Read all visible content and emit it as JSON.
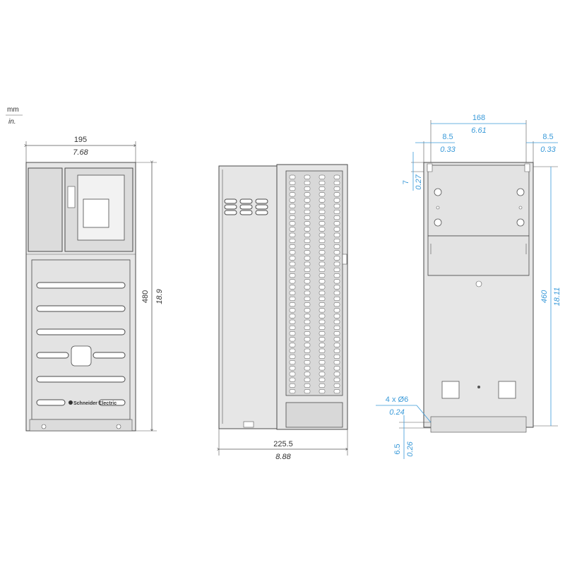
{
  "units": {
    "primary": "mm",
    "secondary": "in."
  },
  "front_view": {
    "width_mm": "195",
    "width_in": "7.68",
    "height_mm": "480",
    "height_in": "18.9",
    "logo_text": "Schneider Electric"
  },
  "side_view": {
    "depth_mm": "225.5",
    "depth_in": "8.88"
  },
  "rear_view": {
    "hole_spacing_mm": "168",
    "hole_spacing_in": "6.61",
    "left_offset_mm": "8.5",
    "left_offset_in": "0.33",
    "right_offset_mm": "8.5",
    "right_offset_in": "0.33",
    "top_offset_mm": "7",
    "top_offset_in": "0.27",
    "hole_height_mm": "460",
    "hole_height_in": "18.11",
    "holes_label_mm": "4 x Ø6",
    "holes_label_in": "0.24",
    "bottom_offset_mm": "6.5",
    "bottom_offset_in": "0.26"
  },
  "colors": {
    "outline": "#4a4a4a",
    "fill": "#e6e6e6",
    "accent_dimension": "#3a9ad9"
  }
}
